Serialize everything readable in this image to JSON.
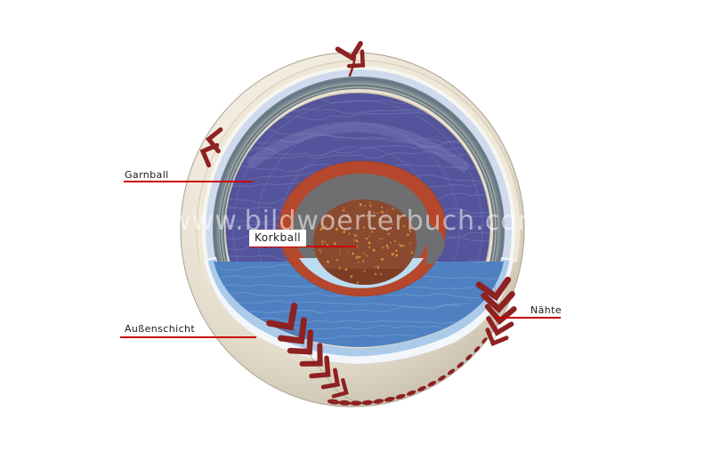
{
  "watermark": {
    "text": "www.bildwoerterbuch.com"
  },
  "labels": {
    "garnball": {
      "text": "Garnball"
    },
    "korkball": {
      "text": "Korkball"
    },
    "naehte": {
      "text": "Nähte"
    },
    "aussenschicht": {
      "text": "Außenschicht"
    }
  },
  "colors": {
    "label_line": "#cc0000",
    "label_text": "#1a1a1a",
    "watermark": "#ffffff",
    "stitch_red": "#8e2121",
    "leather_cream": "#efe8d8",
    "lining_blue": "#cfdaed",
    "wool_gray": "#6d7e89",
    "string_cream": "#eae2d0",
    "yarn_purple": "#53549b",
    "floor_blue": "#4e80c2",
    "band_blue": "#abcbe9",
    "band_white": "#f3f6fa",
    "rubber_red": "#b5482c",
    "core_gray": "#6f6f72",
    "cork_brown": "#8a4a2f",
    "cork_dark": "#7a3c25",
    "speckle_orange": "#e0913e",
    "inner_blue": "#bcdcf2"
  }
}
